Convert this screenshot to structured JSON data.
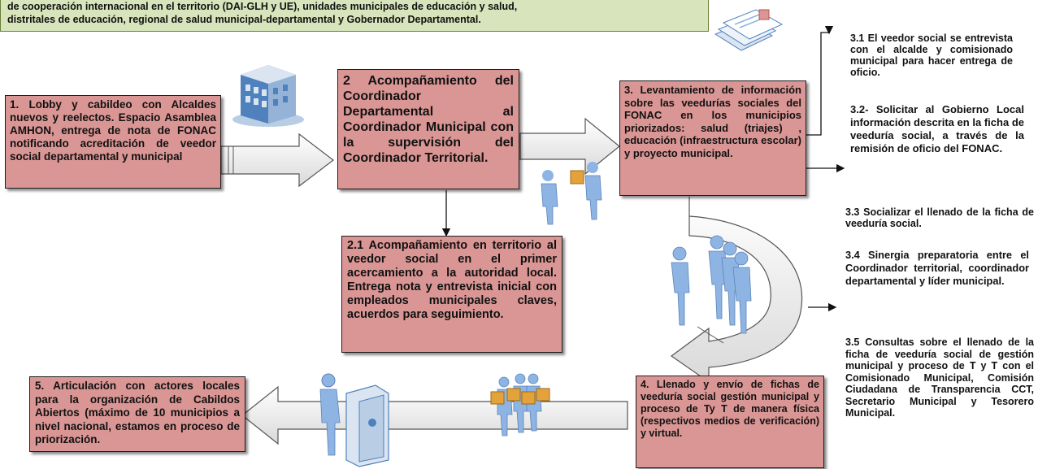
{
  "header": {
    "line1": "de cooperación internacional en el territorio (DAI-GLH y UE), unidades municipales de educación y salud,",
    "line2": "distritales de educación, regional de salud municipal-departamental y Gobernador Departamental."
  },
  "steps": {
    "step1": "1. Lobby y cabildeo con Alcaldes nuevos y reelectos. Espacio Asamblea AMHON, entrega de nota de FONAC notificando acreditación de veedor social departamental y municipal",
    "step2": "2 Acompañamiento del Coordinador Departamental al Coordinador Municipal con la supervisión del Coordinador Territorial.",
    "step2_1": "2.1 Acompañamiento en territorio al veedor social en el primer acercamiento a la autoridad local. Entrega nota y entrevista inicial con empleados municipales claves, acuerdos para seguimiento.",
    "step3": "3. Levantamiento de información sobre las veedurías sociales del FONAC en los municipios priorizados: salud (triajes) , educación (infraestructura escolar) y proyecto municipal.",
    "step4": "4. Llenado y envío de fichas de veeduría social gestión municipal y proceso de Ty T de manera física (respectivos medios de verificación) y virtual.",
    "step5": "5. Articulación con actores locales para la organización de Cabildos Abiertos (máximo de 10 municipios a nivel nacional, estamos en proceso de priorización."
  },
  "notes": {
    "n3_1": "3.1 El veedor social se entrevista con el alcalde y comisionado municipal para hacer entrega de oficio.",
    "n3_2": "3.2- Solicitar al Gobierno Local información descrita en la ficha de veeduría social, a través de la remisión de oficio del FONAC.",
    "n3_3": "3.3 Socializar el llenado de la ficha de veeduría social.",
    "n3_4": "3.4 Sinergia preparatoria entre el Coordinador territorial, coordinador departamental y líder municipal.",
    "n3_5": "3.5 Consultas sobre el llenado de la ficha de veeduría social de gestión municipal y proceso de T y T con el Comisionado Municipal, Comisión Ciudadana de Transparencia CCT, Secretario Municipal y Tesorero Municipal."
  },
  "colors": {
    "box_fill": "#d99694",
    "header_fill": "#d7e4bc",
    "person": "#8eb4e3",
    "building": "#4f81bd",
    "box_item": "#e3a33a"
  },
  "icons": [
    "building-icon",
    "documents-icon",
    "handshake-people-icon",
    "group-meeting-icon",
    "people-carrying-boxes-icon",
    "person-at-safe-icon"
  ]
}
